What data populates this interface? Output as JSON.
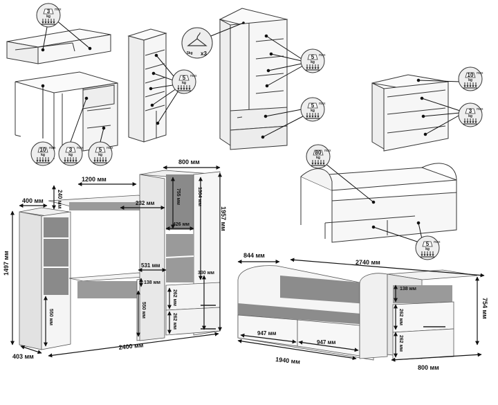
{
  "colors": {
    "line": "#333333",
    "panel_white": "#f4f4f4",
    "panel_side": "#e3e3e3",
    "panel_grey": "#8a8a8a",
    "badge_bg": "#eeeeee"
  },
  "load_badges": {
    "kg_unit": "kg",
    "max_label": "max",
    "shelf_unit_top": {
      "kg": "3"
    },
    "desk_top": {
      "kg": "10"
    },
    "desk_shelf": {
      "kg": "3"
    },
    "desk_drawer": {
      "kg": "5"
    },
    "bookcase_shelves": {
      "kg": "5"
    },
    "wardrobe_shelves": {
      "kg": "5"
    },
    "wardrobe_drawer": {
      "kg": "5"
    },
    "dresser_top": {
      "kg": "10"
    },
    "dresser_drawers": {
      "kg": "3"
    },
    "bed_deck": {
      "kg": "80"
    },
    "bed_drawers": {
      "kg": "5"
    }
  },
  "hanger_badge": {
    "weight": "5kg",
    "count": "x3"
  },
  "dimensions": {
    "wall_unit": {
      "width_total": "2400 мм",
      "depth": "403 мм",
      "height_left": "1497 мм",
      "height_right": "1957 мм",
      "bookcase_width": "400 мм",
      "shelf_gap": "240 мм",
      "desk_span": "1200 мм",
      "wardrobe_width": "800 мм",
      "top_shelf": "232 мм",
      "wardrobe_upper_door": "755 мм",
      "wardrobe_full_door": "1364 мм",
      "wardrobe_niche_width": "426 мм",
      "desk_width": "531 мм",
      "desk_drawer_height": "138 мм",
      "desk_leg_height": "550 мм",
      "bookcase_door_height": "550 мм",
      "wardrobe_drawer_1": "262 мм",
      "wardrobe_drawer_2": "262 мм",
      "wardrobe_inner_height": "330 мм"
    },
    "bed_set": {
      "bed_depth": "844 мм",
      "overall_length": "2740 мм",
      "bed_length": "1940 мм",
      "drawer_width_1": "947 мм",
      "drawer_width_2": "947 мм",
      "dresser_height": "754 мм",
      "dresser_width": "800 мм",
      "dresser_top_drawer": "138 мм",
      "dresser_drawer_1": "262 мм",
      "dresser_drawer_2": "262 мм"
    }
  }
}
